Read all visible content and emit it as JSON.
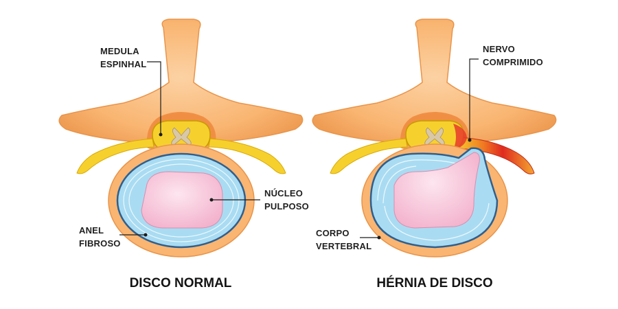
{
  "colors": {
    "bone": "#f9b571",
    "bone_edge": "#e8944a",
    "nerve": "#f6d12e",
    "nerve_edge": "#d9a800",
    "annulus": "#a9dcf2",
    "annulus_edge": "#2f5f8f",
    "nucleus": "#f6c2d7",
    "inflamed": "#e63a2a"
  },
  "left": {
    "title": "DISCO NORMAL",
    "label_spinal_cord": [
      "MEDULA",
      "ESPINHAL"
    ],
    "label_nucleus": [
      "NÚCLEO",
      "PULPOSO"
    ],
    "label_annulus": [
      "ANEL",
      "FIBROSO"
    ]
  },
  "right": {
    "title": "HÉRNIA DE DISCO",
    "label_nerve": [
      "NERVO",
      "COMPRIMIDO"
    ],
    "label_body": [
      "CORPO",
      "VERTEBRAL"
    ]
  }
}
